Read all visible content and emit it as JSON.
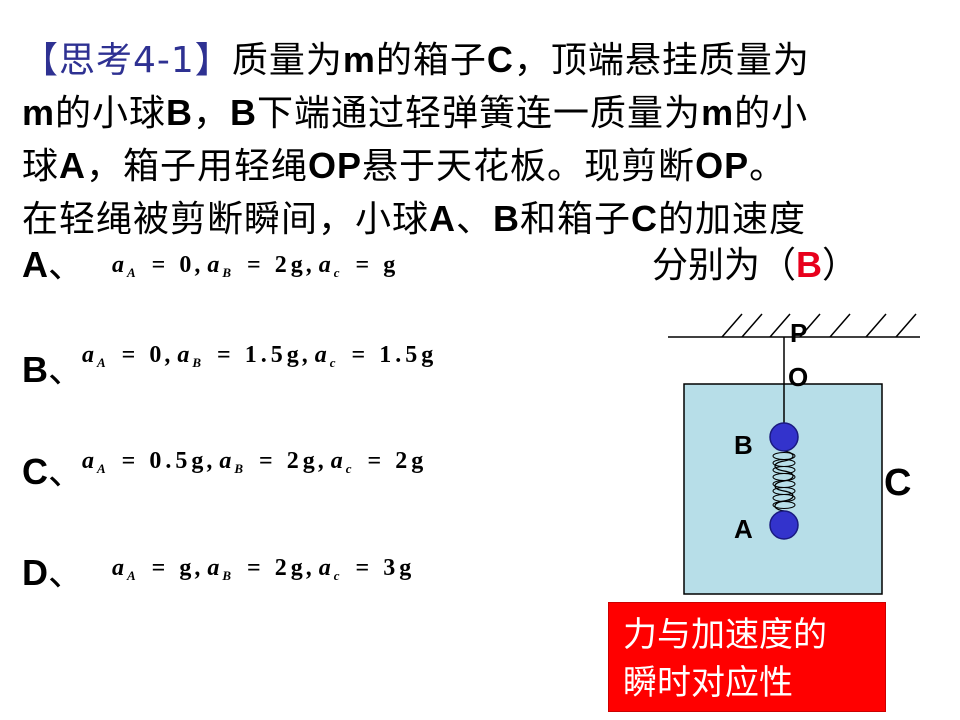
{
  "question": {
    "tag": "【思考4-1】",
    "text_parts": [
      "质量为",
      "m",
      "的箱子",
      "C",
      "，顶端悬挂质量为",
      "m",
      "的小球",
      "B",
      "，",
      "B",
      "下端通过轻弹簧连一质量为",
      "m",
      "的小",
      "球",
      "A",
      "，箱子用轻绳",
      "OP",
      "悬于天花板。现剪断",
      "OP",
      "。",
      "在轻绳被剪断瞬间，小球",
      "A",
      "、",
      "B",
      "和箱子",
      "C",
      "的加速度"
    ]
  },
  "answer_line": {
    "prefix": "分别为（",
    "answer": "B",
    "suffix": "）"
  },
  "options": [
    {
      "letter": "A",
      "sep": "、",
      "aA": "0",
      "aB": "2g",
      "aC": "g"
    },
    {
      "letter": "B",
      "sep": "、",
      "aA": "0",
      "aB": "1.5g",
      "aC": "1.5g"
    },
    {
      "letter": "C",
      "sep": "、",
      "aA": "0.5g",
      "aB": "2g",
      "aC": "2g"
    },
    {
      "letter": "D",
      "sep": "、",
      "aA": "g",
      "aB": "2g",
      "aC": "3g"
    }
  ],
  "formula_symbols": {
    "a": "a",
    "subA": "A",
    "subB": "B",
    "subC": "c",
    "eq": "=",
    "comma": ","
  },
  "diagram": {
    "label_P": "P",
    "label_O": "O",
    "label_B": "B",
    "label_A": "A",
    "label_C": "C",
    "box_color": "#B7DEE8",
    "ball_color": "#3333CC"
  },
  "note": {
    "line1": "力与加速度的",
    "line2": "瞬时对应性",
    "bg_color": "#FF0000"
  }
}
